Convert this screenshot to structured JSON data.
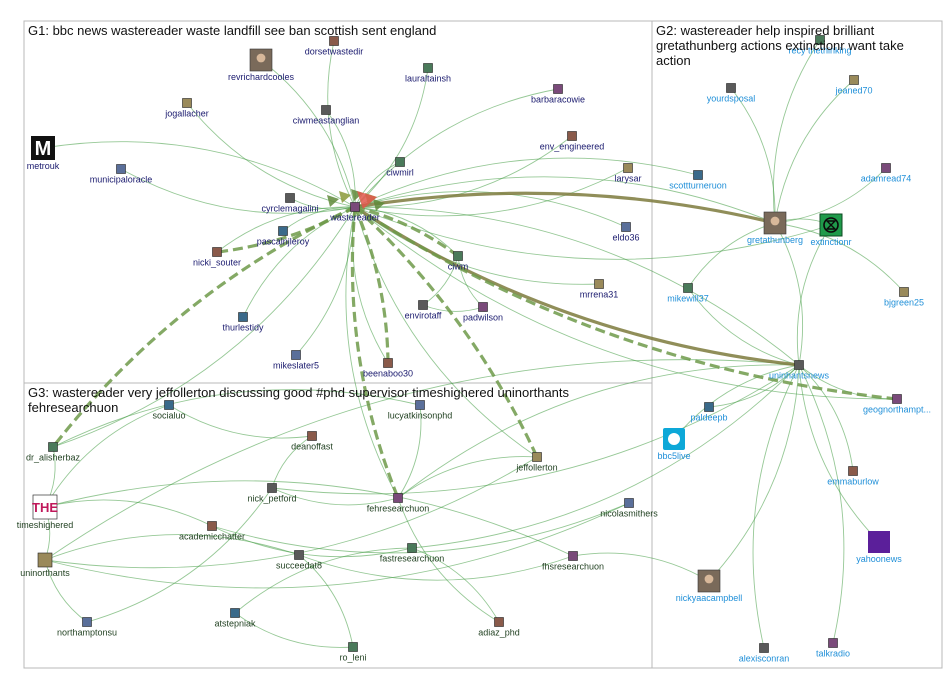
{
  "colors": {
    "g1_label": "#1a1a6e",
    "g2_label": "#1f8fd8",
    "g3_label": "#1f3f1f",
    "edge_green": "#3f9a3f",
    "edge_thick": "#7d7a3c",
    "box_border": "#b8b8b8"
  },
  "groups": [
    {
      "id": "G1",
      "title_lines": [
        "G1: bbc news wastereader waste landfill see ban scottish sent england"
      ]
    },
    {
      "id": "G2",
      "title_lines": [
        "G2: wastereader help inspired brilliant",
        "gretathunberg actions extinctionr want take",
        "action"
      ]
    },
    {
      "id": "G3",
      "title_lines": [
        "G3: wastereader very jeffollerton discussing good #phd supervisor timeshighered uninorthants",
        "fehresearchuon"
      ]
    }
  ],
  "nodes": [
    {
      "id": "revrichardcooles",
      "label": "revrichardcooles",
      "group": "G1",
      "icon": "person-photo-icon"
    },
    {
      "id": "dorsetwastedir",
      "label": "dorsetwastedir",
      "group": "G1",
      "icon": "avatar-icon"
    },
    {
      "id": "lauraltainsh",
      "label": "lauraltainsh",
      "group": "G1",
      "icon": "avatar-icon"
    },
    {
      "id": "jogallacher",
      "label": "jogallacher",
      "group": "G1",
      "icon": "avatar-icon"
    },
    {
      "id": "ciwmeastanglian",
      "label": "ciwmeastanglian",
      "group": "G1",
      "icon": "avatar-icon"
    },
    {
      "id": "barbaracowie",
      "label": "barbaracowie",
      "group": "G1",
      "icon": "avatar-icon"
    },
    {
      "id": "metrouk",
      "label": "metrouk",
      "group": "G1",
      "icon": "metro-logo-icon"
    },
    {
      "id": "municipaloracle",
      "label": "municipaloracle",
      "group": "G1",
      "icon": "avatar-icon"
    },
    {
      "id": "env_engineered",
      "label": "env_engineered",
      "group": "G1",
      "icon": "avatar-icon"
    },
    {
      "id": "ciwmirl",
      "label": "ciwmirl",
      "group": "G1",
      "icon": "avatar-icon"
    },
    {
      "id": "larysar",
      "label": "larysar",
      "group": "G1",
      "icon": "avatar-icon"
    },
    {
      "id": "cyrclemagalini",
      "label": "cyrclemagalini",
      "group": "G1",
      "icon": "avatar-icon"
    },
    {
      "id": "wastereader",
      "label": "wastereader",
      "group": "G1",
      "icon": "avatar-icon"
    },
    {
      "id": "pascalnjleroy",
      "label": "pascalnjleroy",
      "group": "G1",
      "icon": "avatar-icon"
    },
    {
      "id": "eldo36",
      "label": "eldo36",
      "group": "G1",
      "icon": "avatar-icon"
    },
    {
      "id": "nicki_souter",
      "label": "nicki_souter",
      "group": "G1",
      "icon": "avatar-icon"
    },
    {
      "id": "ciwm",
      "label": "ciwm",
      "group": "G1",
      "icon": "avatar-icon"
    },
    {
      "id": "mrrena31",
      "label": "mrrena31",
      "group": "G1",
      "icon": "avatar-icon"
    },
    {
      "id": "envirotaff",
      "label": "envirotaff",
      "group": "G1",
      "icon": "avatar-icon"
    },
    {
      "id": "padwilson",
      "label": "padwilson",
      "group": "G1",
      "icon": "avatar-icon"
    },
    {
      "id": "thurlestidy",
      "label": "thurlestidy",
      "group": "G1",
      "icon": "avatar-icon"
    },
    {
      "id": "mikeslater5",
      "label": "mikeslater5",
      "group": "G1",
      "icon": "avatar-icon"
    },
    {
      "id": "beenaboo30",
      "label": "beenaboo30",
      "group": "G1",
      "icon": "avatar-icon"
    },
    {
      "id": "recythethinking",
      "label": "recy thethinking",
      "group": "G2",
      "icon": "avatar-icon"
    },
    {
      "id": "jeaned70",
      "label": "jeaned70",
      "group": "G2",
      "icon": "avatar-icon"
    },
    {
      "id": "yourdsposal",
      "label": "yourdsposal",
      "group": "G2",
      "icon": "avatar-icon"
    },
    {
      "id": "adamread74",
      "label": "adamread74",
      "group": "G2",
      "icon": "avatar-icon"
    },
    {
      "id": "scottturneruon",
      "label": "scottturneruon",
      "group": "G2",
      "icon": "avatar-icon"
    },
    {
      "id": "gretathunberg",
      "label": "gretathunberg",
      "group": "G2",
      "icon": "person-photo-icon"
    },
    {
      "id": "extinctionr",
      "label": "extinctionr",
      "group": "G2",
      "icon": "extinction-symbol-icon"
    },
    {
      "id": "mikewill37",
      "label": "mikewill37",
      "group": "G2",
      "icon": "avatar-icon"
    },
    {
      "id": "bjgreen25",
      "label": "bjgreen25",
      "group": "G2",
      "icon": "avatar-icon"
    },
    {
      "id": "uninhantsnews",
      "label": "uninhantsnews",
      "group": "G2",
      "icon": "avatar-icon"
    },
    {
      "id": "geognorthampt",
      "label": "geognorthampt...",
      "group": "G2",
      "icon": "avatar-icon"
    },
    {
      "id": "paldeepb",
      "label": "paldeepb",
      "group": "G2",
      "icon": "avatar-icon"
    },
    {
      "id": "bbc5live",
      "label": "bbc5live",
      "group": "G2",
      "icon": "bbc5live-logo-icon"
    },
    {
      "id": "emmaburlow",
      "label": "emmaburlow",
      "group": "G2",
      "icon": "avatar-icon"
    },
    {
      "id": "yahoonews",
      "label": "yahoonews",
      "group": "G2",
      "icon": "yahoo-logo-icon"
    },
    {
      "id": "nickyaacampbell",
      "label": "nickyaacampbell",
      "group": "G2",
      "icon": "person-photo-icon"
    },
    {
      "id": "alexisconran",
      "label": "alexisconran",
      "group": "G2",
      "icon": "avatar-icon"
    },
    {
      "id": "talkradio",
      "label": "talkradio",
      "group": "G2",
      "icon": "avatar-icon"
    },
    {
      "id": "socialuo",
      "label": "socialuo",
      "group": "G3",
      "icon": "avatar-icon"
    },
    {
      "id": "lucyatkinsonphd",
      "label": "lucyatkinsonphd",
      "group": "G3",
      "icon": "avatar-icon"
    },
    {
      "id": "deanoffast",
      "label": "deanoffast",
      "group": "G3",
      "icon": "avatar-icon"
    },
    {
      "id": "dr_alisherbaz",
      "label": "dr_alisherbaz",
      "group": "G3",
      "icon": "avatar-icon"
    },
    {
      "id": "jeffollerton",
      "label": "jeffollerton",
      "group": "G3",
      "icon": "avatar-icon"
    },
    {
      "id": "nick_petford",
      "label": "nick_petford",
      "group": "G3",
      "icon": "avatar-icon"
    },
    {
      "id": "fehresearchuon",
      "label": "fehresearchuon",
      "group": "G3",
      "icon": "avatar-icon"
    },
    {
      "id": "timeshighered",
      "label": "timeshighered",
      "group": "G3",
      "icon": "the-logo-icon"
    },
    {
      "id": "nicolasmithers",
      "label": "nicolasmithers",
      "group": "G3",
      "icon": "avatar-icon"
    },
    {
      "id": "academicchatter",
      "label": "academicchatter",
      "group": "G3",
      "icon": "avatar-icon"
    },
    {
      "id": "fastresearchuon",
      "label": "fastresearchuon",
      "group": "G3",
      "icon": "avatar-icon"
    },
    {
      "id": "uninorthants",
      "label": "uninorthants",
      "group": "G3",
      "icon": "avatar-icon"
    },
    {
      "id": "succeedat8",
      "label": "succeedat8",
      "group": "G3",
      "icon": "avatar-icon"
    },
    {
      "id": "fhsresearchuon",
      "label": "fhsresearchuon",
      "group": "G3",
      "icon": "avatar-icon"
    },
    {
      "id": "atstepniak",
      "label": "atstepniak",
      "group": "G3",
      "icon": "avatar-icon"
    },
    {
      "id": "northamptonsu",
      "label": "northamptonsu",
      "group": "G3",
      "icon": "avatar-icon"
    },
    {
      "id": "adiaz_phd",
      "label": "adiaz_phd",
      "group": "G3",
      "icon": "avatar-icon"
    },
    {
      "id": "ro_leni",
      "label": "ro_leni",
      "group": "G3",
      "icon": "avatar-icon"
    }
  ],
  "edges": [
    [
      "revrichardcooles",
      "wastereader"
    ],
    [
      "dorsetwastedir",
      "wastereader"
    ],
    [
      "lauraltainsh",
      "wastereader"
    ],
    [
      "jogallacher",
      "wastereader"
    ],
    [
      "ciwmeastanglian",
      "wastereader"
    ],
    [
      "barbaracowie",
      "wastereader"
    ],
    [
      "metrouk",
      "wastereader"
    ],
    [
      "municipaloracle",
      "wastereader"
    ],
    [
      "env_engineered",
      "wastereader"
    ],
    [
      "ciwmirl",
      "wastereader"
    ],
    [
      "larysar",
      "wastereader"
    ],
    [
      "cyrclemagalini",
      "wastereader"
    ],
    [
      "pascalnjleroy",
      "wastereader"
    ],
    [
      "eldo36",
      "wastereader"
    ],
    [
      "nicki_souter",
      "wastereader"
    ],
    [
      "ciwm",
      "wastereader"
    ],
    [
      "mrrena31",
      "wastereader"
    ],
    [
      "envirotaff",
      "ciwm"
    ],
    [
      "padwilson",
      "ciwm"
    ],
    [
      "envirotaff",
      "padwilson"
    ],
    [
      "thurlestidy",
      "wastereader"
    ],
    [
      "mikeslater5",
      "wastereader"
    ],
    [
      "beenaboo30",
      "wastereader"
    ],
    [
      "gretathunberg",
      "wastereader"
    ],
    [
      "extinctionr",
      "wastereader"
    ],
    [
      "uninhantsnews",
      "wastereader"
    ],
    [
      "geognorthampt",
      "wastereader"
    ],
    [
      "scottturneruon",
      "wastereader"
    ],
    [
      "mikewill37",
      "gretathunberg"
    ],
    [
      "bjgreen25",
      "gretathunberg"
    ],
    [
      "adamread74",
      "gretathunberg"
    ],
    [
      "jeaned70",
      "gretathunberg"
    ],
    [
      "yourdsposal",
      "gretathunberg"
    ],
    [
      "recythethinking",
      "gretathunberg"
    ],
    [
      "gretathunberg",
      "extinctionr"
    ],
    [
      "uninhantsnews",
      "gretathunberg"
    ],
    [
      "uninhantsnews",
      "extinctionr"
    ],
    [
      "paldeepb",
      "uninhantsnews"
    ],
    [
      "bbc5live",
      "uninhantsnews"
    ],
    [
      "emmaburlow",
      "uninhantsnews"
    ],
    [
      "yahoonews",
      "uninhantsnews"
    ],
    [
      "nickyaacampbell",
      "uninhantsnews"
    ],
    [
      "alexisconran",
      "uninhantsnews"
    ],
    [
      "talkradio",
      "uninhantsnews"
    ],
    [
      "geognorthampt",
      "uninhantsnews"
    ],
    [
      "mikewill37",
      "uninhantsnews"
    ],
    [
      "jeffollerton",
      "wastereader"
    ],
    [
      "dr_alisherbaz",
      "wastereader"
    ],
    [
      "fehresearchuon",
      "wastereader"
    ],
    [
      "socialuo",
      "timeshighered"
    ],
    [
      "lucyatkinsonphd",
      "fehresearchuon"
    ],
    [
      "deanoffast",
      "nick_petford"
    ],
    [
      "dr_alisherbaz",
      "timeshighered"
    ],
    [
      "nick_petford",
      "fehresearchuon"
    ],
    [
      "timeshighered",
      "academicchatter"
    ],
    [
      "academicchatter",
      "fastresearchuon"
    ],
    [
      "uninorthants",
      "succeedat8"
    ],
    [
      "succeedat8",
      "fhsresearchuon"
    ],
    [
      "atstepniak",
      "fastresearchuon"
    ],
    [
      "northamptonsu",
      "nick_petford"
    ],
    [
      "adiaz_phd",
      "fehresearchuon"
    ],
    [
      "ro_leni",
      "succeedat8"
    ],
    [
      "nicolasmithers",
      "uninorthants"
    ],
    [
      "jeffollerton",
      "fehresearchuon"
    ],
    [
      "timeshighered",
      "uninorthants"
    ],
    [
      "uninorthants",
      "northamptonsu"
    ],
    [
      "ro_leni",
      "atstepniak"
    ],
    [
      "adiaz_phd",
      "fastresearchuon"
    ],
    [
      "nicolasmithers",
      "academicchatter"
    ],
    [
      "fhsresearchuon",
      "timeshighered"
    ],
    [
      "deanoffast",
      "socialuo"
    ],
    [
      "lucyatkinsonphd",
      "dr_alisherbaz"
    ],
    [
      "jeffollerton",
      "uninorthants"
    ],
    [
      "uninhantsnews",
      "uninorthants"
    ],
    [
      "uninhantsnews",
      "fastresearchuon"
    ],
    [
      "uninhantsnews",
      "fehresearchuon"
    ],
    [
      "uninhantsnews",
      "nick_petford"
    ],
    [
      "nickyaacampbell",
      "fhsresearchuon"
    ]
  ],
  "thick_edges": [
    [
      "wastereader",
      "gretathunberg"
    ],
    [
      "wastereader",
      "uninhantsnews"
    ],
    [
      "wastereader",
      "jeffollerton"
    ],
    [
      "wastereader",
      "geognorthampt"
    ],
    [
      "wastereader",
      "ciwm"
    ],
    [
      "wastereader",
      "dr_alisherbaz"
    ],
    [
      "wastereader",
      "nicki_souter"
    ],
    [
      "wastereader",
      "fehresearchuon"
    ],
    [
      "wastereader",
      "beenaboo30"
    ]
  ]
}
